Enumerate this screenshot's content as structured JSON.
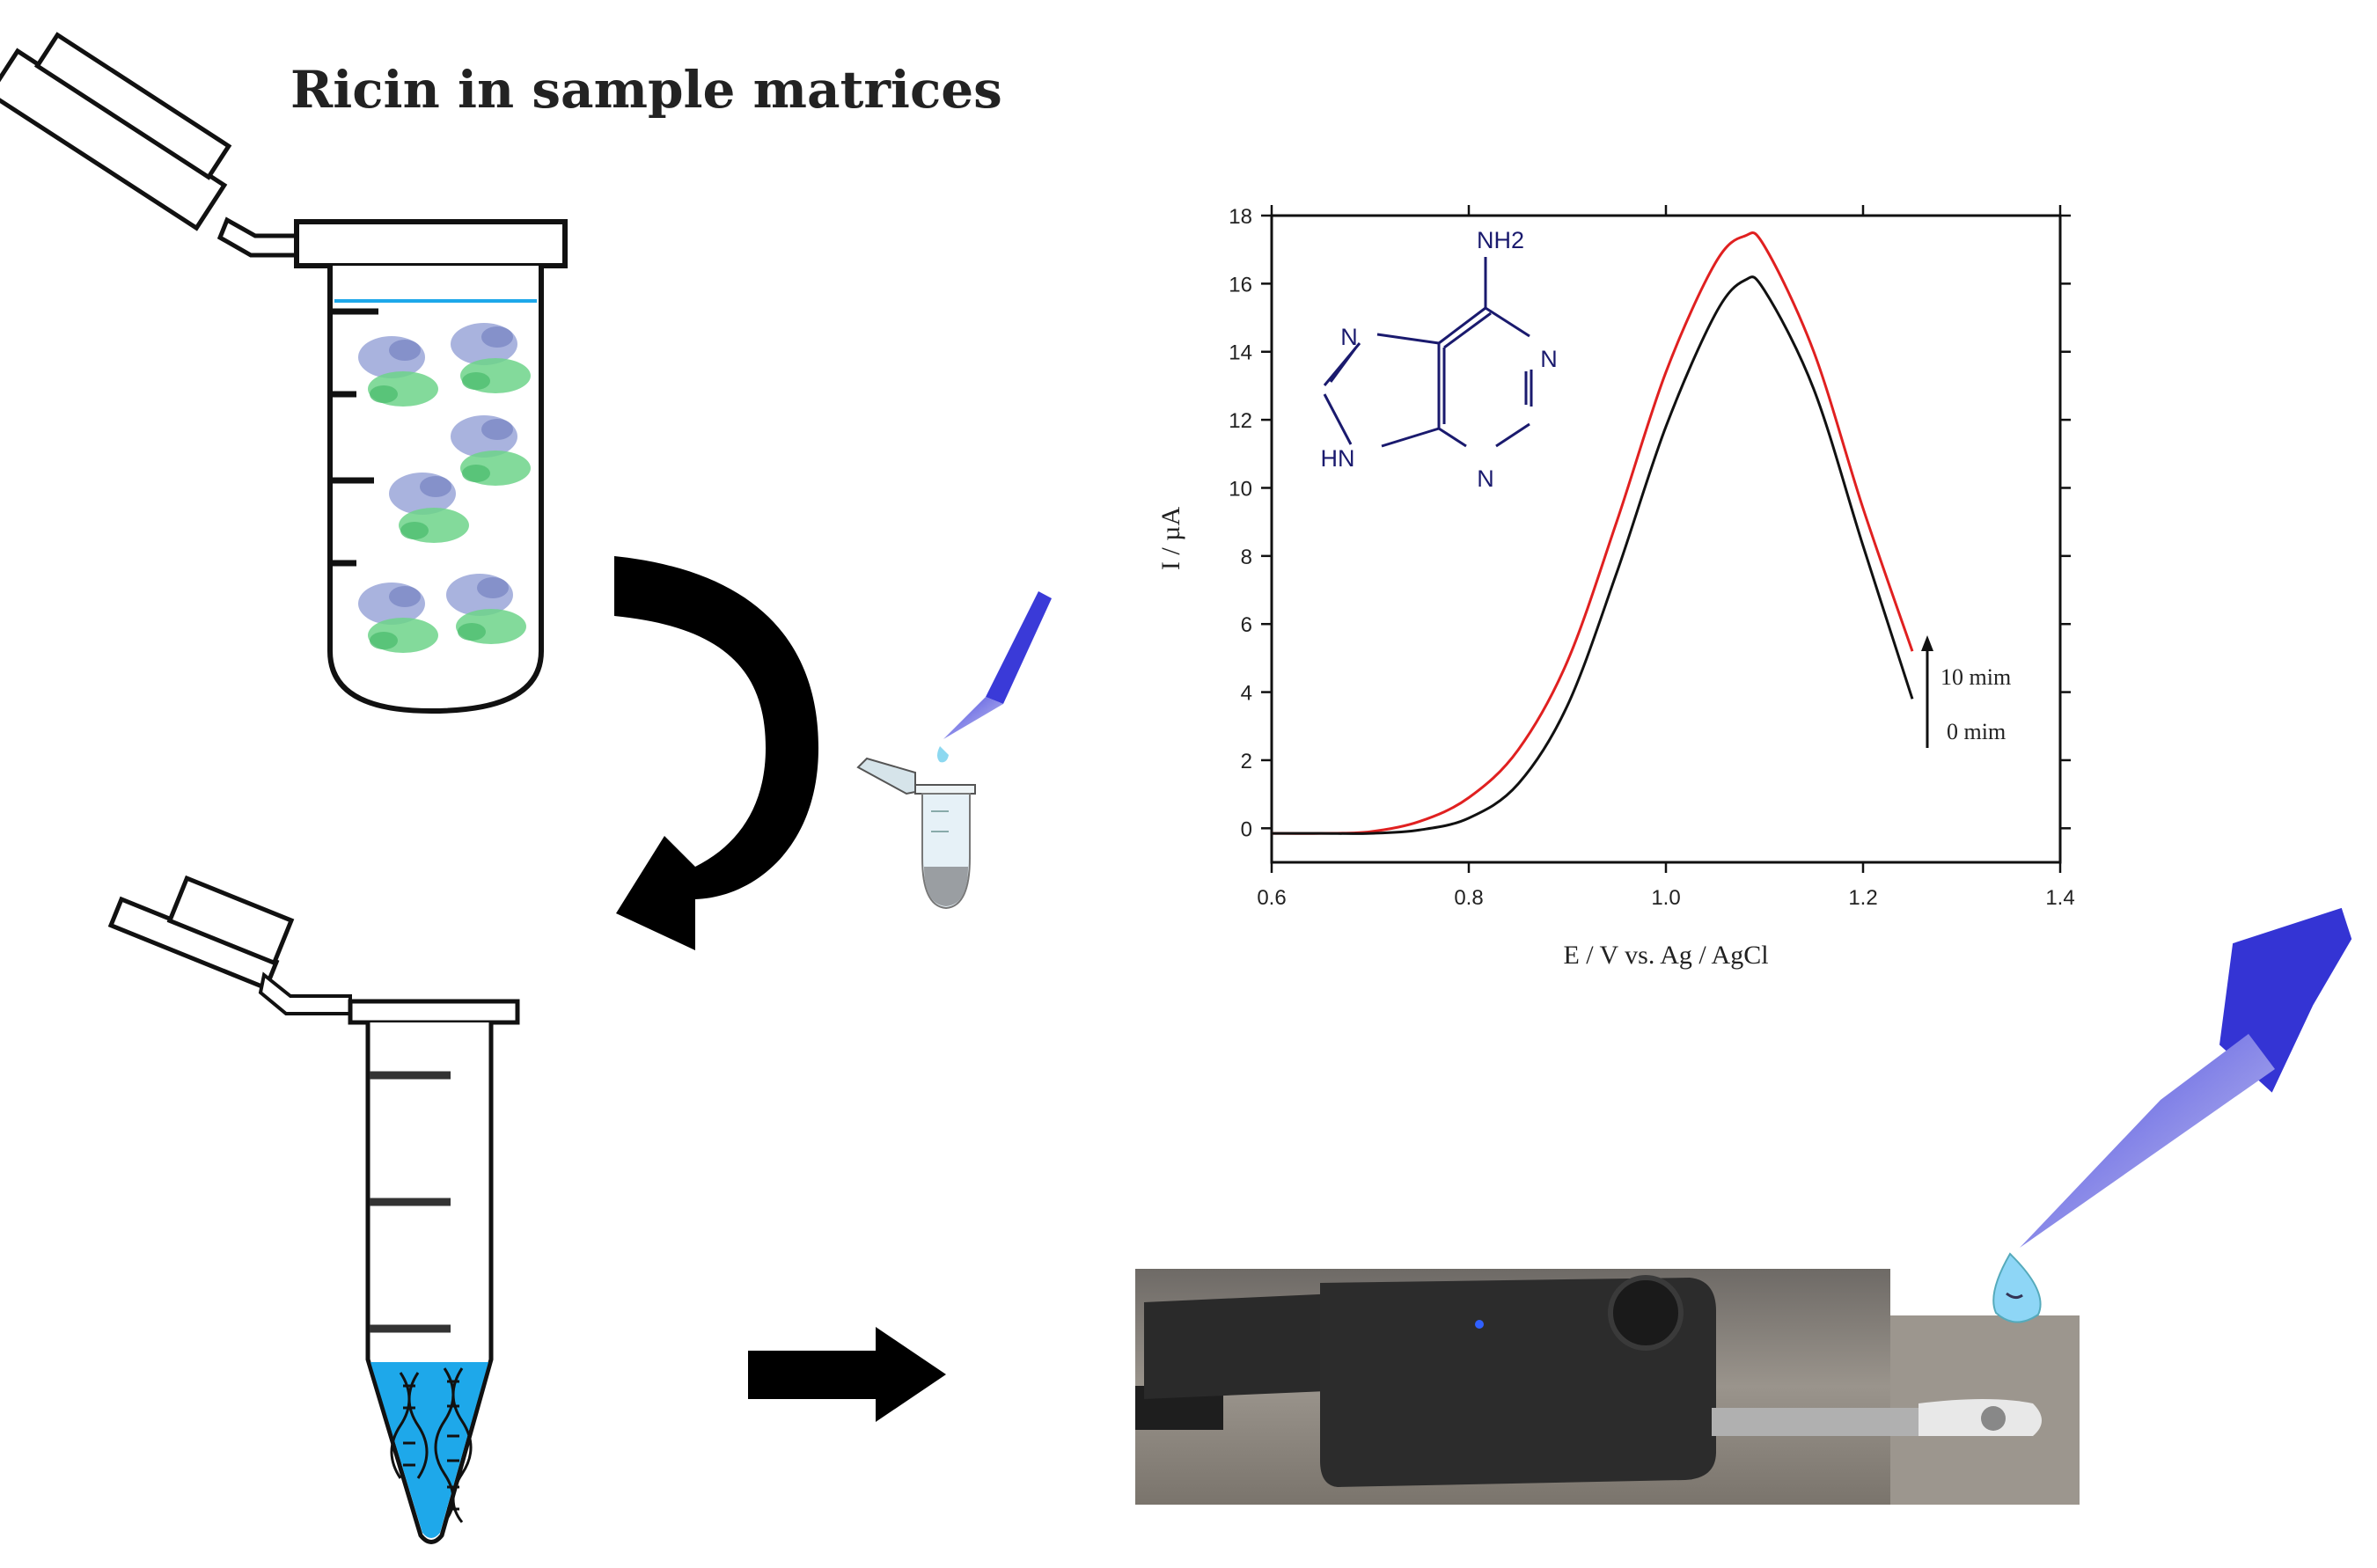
{
  "title": "Ricin in sample matrices",
  "colors": {
    "protein_blue": "#9aa6d8",
    "protein_green": "#6dd38a",
    "liquid_blue": "#1ea8ea",
    "pipette_blue": "#3a3ad8",
    "curve_red": "#e02020",
    "curve_black": "#111111",
    "arrow": "#000000"
  },
  "icons": [
    "test-tube-icon",
    "eppendorf-tube-icon",
    "pipette-icon",
    "dna-helix-icon",
    "curved-arrow-icon",
    "right-arrow-icon",
    "adenine-structure-icon",
    "electrochemical-device-photo"
  ],
  "molecule": {
    "name": "adenine",
    "labels": [
      "NH2",
      "N",
      "N",
      "N",
      "HN",
      "N"
    ]
  },
  "chart_data": {
    "type": "line",
    "title": "",
    "xlabel": "E / V vs. Ag / AgCl",
    "ylabel": "I / µA",
    "xlim": [
      0.6,
      1.4
    ],
    "ylim": [
      -1,
      18
    ],
    "xticks": [
      "0.6",
      "0.8",
      "1.0",
      "1.2",
      "1.4"
    ],
    "yticks": [
      "0",
      "2",
      "4",
      "6",
      "8",
      "10",
      "12",
      "14",
      "16",
      "18"
    ],
    "series": [
      {
        "name": "10 mim",
        "color": "#e02020",
        "x": [
          0.6,
          0.65,
          0.7,
          0.75,
          0.8,
          0.85,
          0.9,
          0.95,
          1.0,
          1.05,
          1.08,
          1.1,
          1.15,
          1.2,
          1.25
        ],
        "y": [
          -0.15,
          -0.15,
          -0.1,
          0.2,
          0.9,
          2.3,
          4.9,
          9.0,
          13.4,
          16.6,
          17.4,
          17.1,
          14.0,
          9.4,
          5.2
        ]
      },
      {
        "name": "0 mim",
        "color": "#111111",
        "x": [
          0.6,
          0.65,
          0.7,
          0.75,
          0.8,
          0.85,
          0.9,
          0.95,
          1.0,
          1.05,
          1.08,
          1.1,
          1.15,
          1.2,
          1.25
        ],
        "y": [
          -0.15,
          -0.15,
          -0.15,
          -0.05,
          0.3,
          1.3,
          3.6,
          7.5,
          11.8,
          15.1,
          16.1,
          15.8,
          12.9,
          8.3,
          3.8
        ]
      }
    ],
    "annotations": [
      "10 mim",
      "0 mim"
    ],
    "grid": false,
    "legend": "none"
  }
}
